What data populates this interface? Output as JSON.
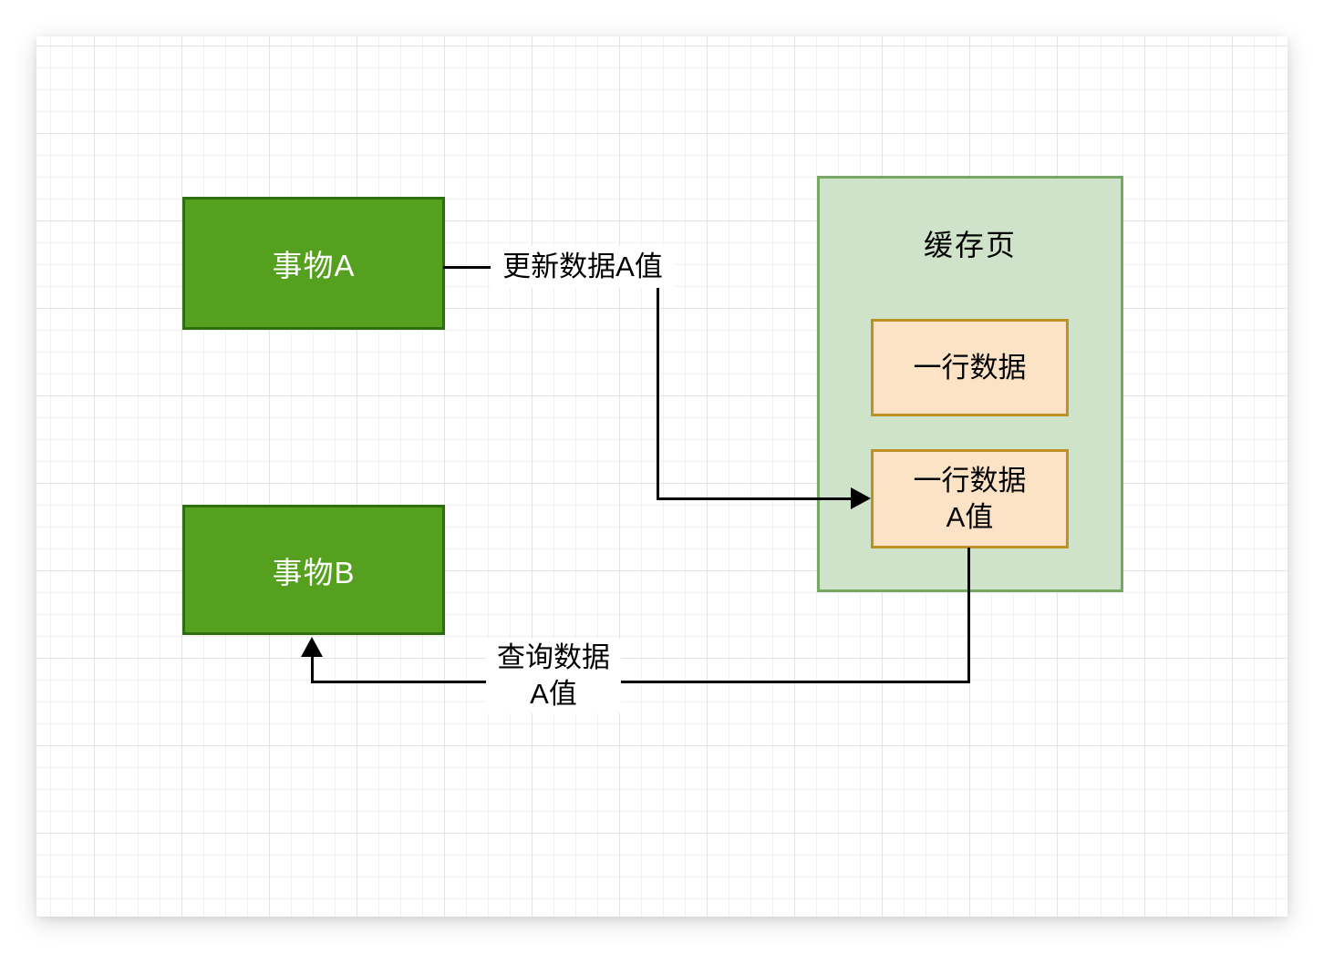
{
  "diagram": {
    "transaction_a": {
      "label": "事物A"
    },
    "transaction_b": {
      "label": "事物B"
    },
    "cache_page": {
      "title": "缓存页",
      "row_1": {
        "label": "一行数据"
      },
      "row_2": {
        "line1": "一行数据",
        "line2": "A值"
      }
    },
    "edge_update": {
      "label": "更新数据A值"
    },
    "edge_query": {
      "line1": "查询数据",
      "line2": "A值"
    }
  },
  "colors": {
    "node-fill": "#55A01E",
    "node-border": "#2E6E0E",
    "node-text": "#FFFFFF",
    "container-fill": "#CFE3CB",
    "container-border": "#76A863",
    "row-fill": "#FCE3C5",
    "row-border": "#BE9026",
    "edge": "#000000",
    "label-text": "#000000",
    "grid-minor": "#F1F1F1",
    "grid-major": "#E3E3E3"
  }
}
